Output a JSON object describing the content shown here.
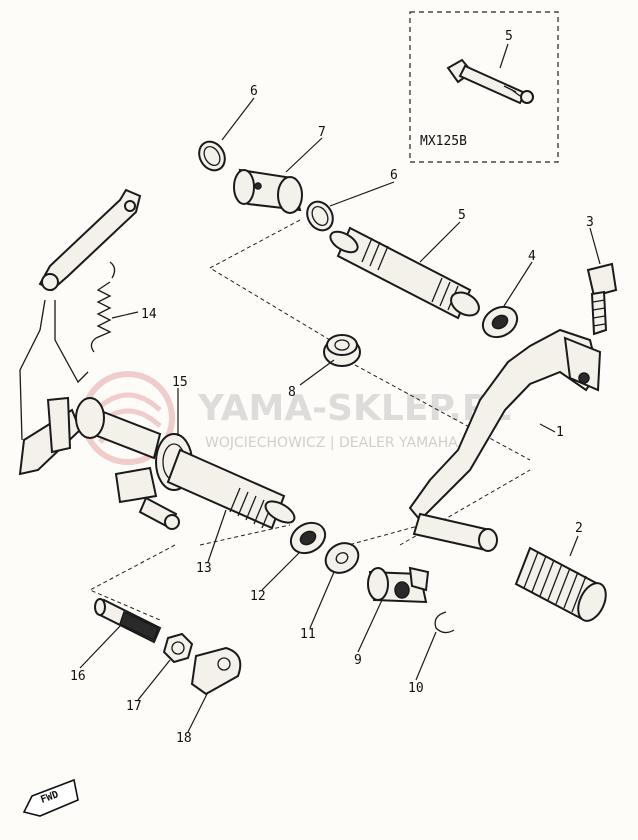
{
  "inset": {
    "label": "MX125B"
  },
  "callouts": [
    {
      "id": "c5-inset",
      "text": "5"
    },
    {
      "id": "c6-top",
      "text": "6"
    },
    {
      "id": "c7",
      "text": "7"
    },
    {
      "id": "c6-mid",
      "text": "6"
    },
    {
      "id": "c5",
      "text": "5"
    },
    {
      "id": "c3",
      "text": "3"
    },
    {
      "id": "c4",
      "text": "4"
    },
    {
      "id": "c14",
      "text": "14"
    },
    {
      "id": "c8",
      "text": "8"
    },
    {
      "id": "c15",
      "text": "15"
    },
    {
      "id": "c1",
      "text": "1"
    },
    {
      "id": "c2",
      "text": "2"
    },
    {
      "id": "c13",
      "text": "13"
    },
    {
      "id": "c12",
      "text": "12"
    },
    {
      "id": "c11",
      "text": "11"
    },
    {
      "id": "c9",
      "text": "9"
    },
    {
      "id": "c10",
      "text": "10"
    },
    {
      "id": "c16",
      "text": "16"
    },
    {
      "id": "c17",
      "text": "17"
    },
    {
      "id": "c18",
      "text": "18"
    }
  ],
  "watermark": {
    "main": "YAMA-SKLEP.PL",
    "sub": "WOJCIECHOWICZ | DEALER YAMAHA"
  },
  "direction_marker": {
    "text": "FWD"
  }
}
